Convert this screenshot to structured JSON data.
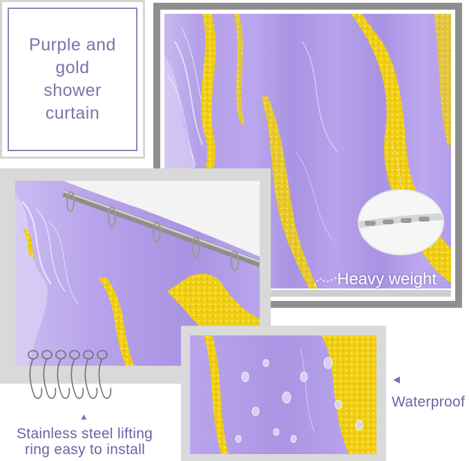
{
  "title": {
    "line1": "Purple and gold",
    "line2": "shower",
    "line3": "curtain"
  },
  "labels": {
    "heavy_weight": "Heavy weight",
    "waterproof": "Waterproof",
    "stainless_line1": "Stainless steel lifting",
    "stainless_line2": "ring easy to install"
  },
  "icons": {
    "pointer": "triangle-left-icon",
    "pointer_up": "triangle-up-icon"
  },
  "colors": {
    "purple_text": "#6a62a6",
    "lavender": "#b7a2ea",
    "gold": "#f2d21b"
  }
}
